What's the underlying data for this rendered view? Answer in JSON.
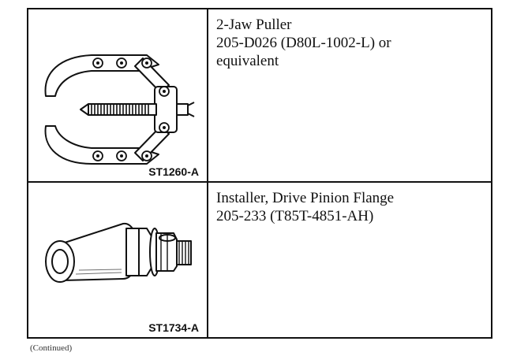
{
  "tools": [
    {
      "name": "2-Jaw Puller",
      "part_line": "205-D026 (D80L-1002-L) or",
      "extra_line": "equivalent",
      "figure_code": "ST1260-A",
      "icon": "two-jaw-puller-illustration"
    },
    {
      "name": "Installer, Drive Pinion Flange",
      "part_line": "205-233 (T85T-4851-AH)",
      "extra_line": "",
      "figure_code": "ST1734-A",
      "icon": "pinion-flange-installer-illustration"
    }
  ],
  "footnote": "(Continued)"
}
